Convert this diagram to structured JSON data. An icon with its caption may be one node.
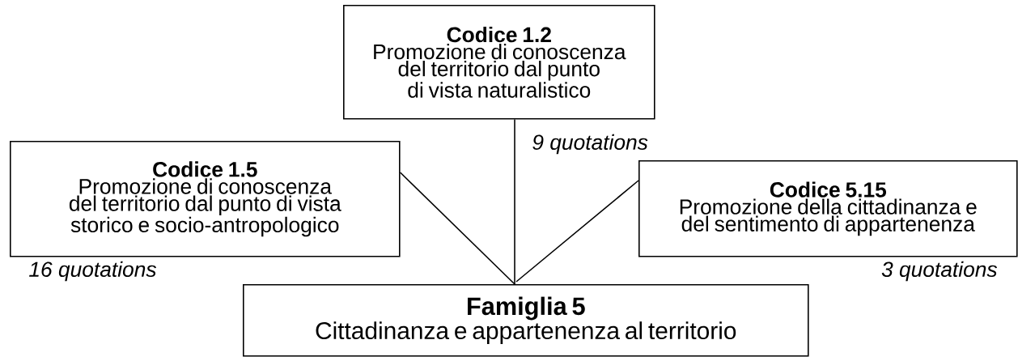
{
  "diagram": {
    "nodes": [
      {
        "text": [
          "Codice 1.2",
          "Promozione di conoscenza del territorio dal punto di vista naturalistico"
        ],
        "beside": [
          "9 quotations"
        ]
      },
      {
        "text": [
          "Codice 1.5",
          "Promozione di conoscenza del territorio dal punto di vista storico e socio-antropologico"
        ],
        "beside": [
          "16 quotations"
        ]
      },
      {
        "text": [
          "Codice 5.15",
          "Promozione della cittadinanza e del sentimento di appartenenza"
        ],
        "beside": [
          "3 quotations"
        ]
      },
      {
        "text": [
          "Famiglia 5",
          "Cittadinanza e appartenenza al territorio"
        ]
      }
    ],
    "edges": [
      {
        "from": 0,
        "to": 3,
        "arrow": "none"
      },
      {
        "from": 1,
        "to": 3,
        "arrow": "none"
      },
      {
        "from": 2,
        "to": 3,
        "arrow": "none"
      }
    ]
  }
}
